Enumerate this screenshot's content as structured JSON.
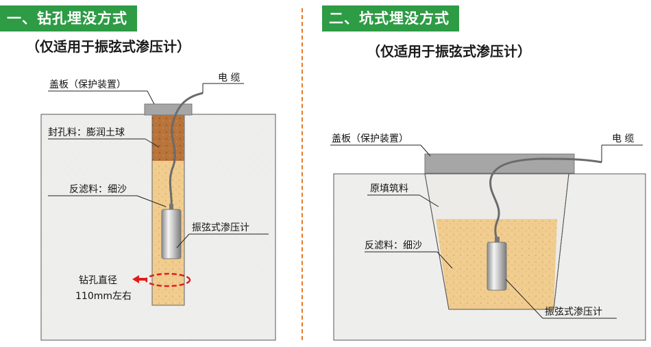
{
  "left": {
    "banner": "一、钻孔埋没方式",
    "subtitle": "（仅适用于振弦式渗压计）",
    "labels": {
      "cover": "盖板（保护装置）",
      "cable": "电 缆",
      "seal": "封孔料：膨润土球",
      "filter": "反滤料：细沙",
      "sensor": "振弦式渗压计",
      "diameter_line1": "钻孔直径",
      "diameter_line2": "110mm左右"
    }
  },
  "right": {
    "banner": "二、坑式埋没方式",
    "subtitle": "（仅适用于振弦式渗压计）",
    "labels": {
      "cover": "盖板（保护装置）",
      "cable": "电 缆",
      "backfill": "原填筑料",
      "filter": "反滤料：细沙",
      "sensor": "振弦式渗压计"
    }
  },
  "colors": {
    "banner_bg": "#2e9b45",
    "divider": "#e07a2c",
    "soil": "#eeeeec",
    "sand": "#f0cc8e",
    "bentonite": "#b8743a",
    "cover_plate": "#a6a6a6",
    "arrow_red": "#e01b1b"
  }
}
